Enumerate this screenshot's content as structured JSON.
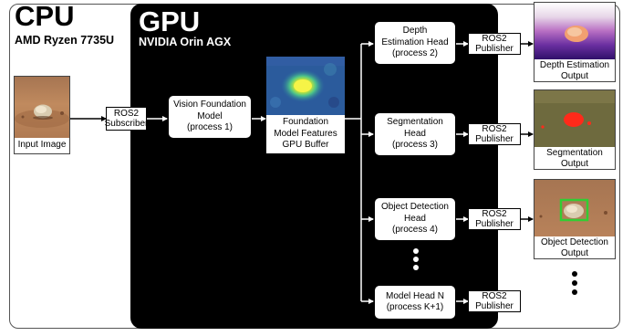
{
  "cpu": {
    "title": "CPU",
    "subtitle": "AMD Ryzen 7735U"
  },
  "gpu": {
    "title": "GPU",
    "subtitle": "NVIDIA Orin AGX"
  },
  "input": {
    "caption": "Input Image"
  },
  "subscriber": {
    "label": "ROS2\nSubscriber"
  },
  "vfm": {
    "label": "Vision Foundation\nModel\n(process 1)"
  },
  "features": {
    "label": "Foundation\nModel Features\nGPU Buffer"
  },
  "heads": [
    {
      "label": "Depth\nEstimation Head\n(process 2)"
    },
    {
      "label": "Segmentation\nHead\n(process 3)"
    },
    {
      "label": "Object Detection\nHead\n(process 4)"
    },
    {
      "label": "Model Head N\n(process K+1)"
    }
  ],
  "publishers": [
    {
      "label": "ROS2\nPublisher"
    },
    {
      "label": "ROS2\nPublisher"
    },
    {
      "label": "ROS2\nPublisher"
    },
    {
      "label": "ROS2\nPublisher"
    }
  ],
  "outputs": [
    {
      "caption": "Depth Estimation\nOutput"
    },
    {
      "caption": "Segmentation\nOutput"
    },
    {
      "caption": "Object Detection\nOutput"
    }
  ],
  "colors": {
    "gpu_bg": "#000000",
    "detection_box": "#33cc33",
    "segmentation_mask": "#ff2a1a"
  }
}
